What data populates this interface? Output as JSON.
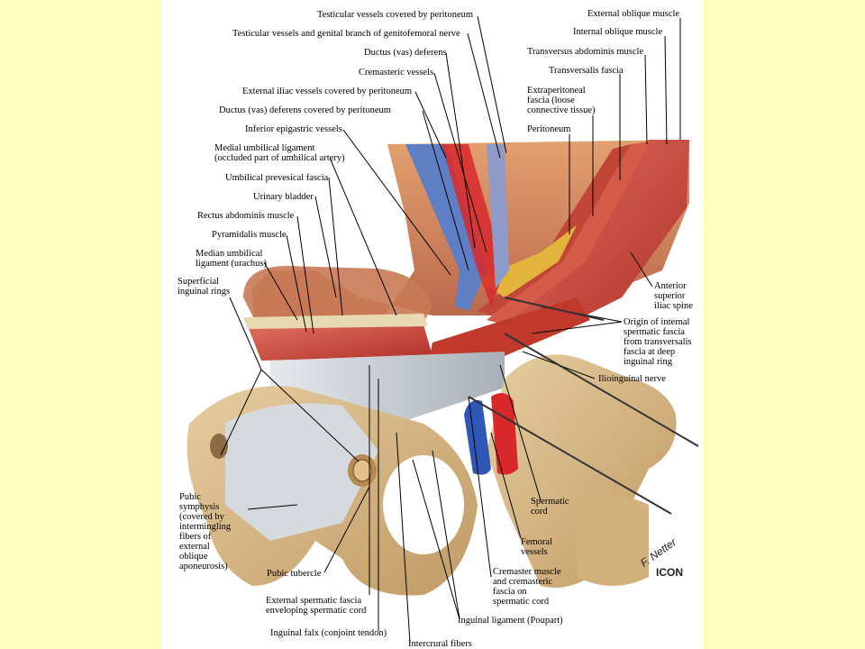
{
  "labels": {
    "testicular_vessels_peritoneum": "Testicular vessels covered by peritoneum",
    "testicular_vessels_genital_branch": "Testicular vessels and genital branch of genitofemoral nerve",
    "ductus_deferens": "Ductus (vas) deferens",
    "cremasteric_vessels": "Cremasteric vessels",
    "external_iliac_vessels": "External iliac vessels covered by peritoneum",
    "ductus_deferens_peritoneum": "Ductus (vas) deferens covered by peritoneum",
    "inferior_epigastric_vessels": "Inferior epigastric vessels",
    "medial_umbilical_ligament": "Medial umbilical ligament\n(occluded part of umbilical artery)",
    "umbilical_prevesical_fascia": "Umbilical prevesical fascia",
    "urinary_bladder": "Urinary bladder",
    "rectus_abdominis": "Rectus abdominis muscle",
    "pyramidalis": "Pyramidalis muscle",
    "median_umbilical_ligament": "Median umbilical\nligament (urachus)",
    "superficial_inguinal_rings": "Superficial\ninguinal rings",
    "external_oblique": "External oblique muscle",
    "internal_oblique": "Internal oblique muscle",
    "transversus_abdominis": "Transversus abdominis muscle",
    "transversalis_fascia": "Transversalis fascia",
    "extraperitoneal_fascia": "Extraperitoneal\nfascia (loose\nconnective tissue)",
    "peritoneum": "Peritoneum",
    "anterior_superior_iliac_spine": "Anterior\nsuperior\niliac spine",
    "origin_internal_spermatic": "Origin of internal\nspermatic fascia\nfrom transversalis\nfascia at deep\ninguinal ring",
    "ilioinguinal_nerve": "Ilioinguinal nerve",
    "spermatic_cord": "Spermatic\ncord",
    "femoral_vessels": "Femoral\nvessels",
    "cremaster_muscle": "Cremaster muscle\nand cremasteric\nfascia on\nspermatic cord",
    "pubic_symphysis": "Pubic\nsymphysis\n(covered by\nintermingling\nfibers of\nexternal\noblique\naponeurosis)",
    "pubic_tubercle": "Pubic tubercle",
    "external_spermatic_fascia": "External spermatic fascia\nenveloping spermatic cord",
    "inguinal_ligament": "Inguinal ligament (Poupart)",
    "inguinal_falx": "Inguinal falx (conjoint tendon)",
    "intercrural_fibers": "Intercrural fibers"
  },
  "signature": {
    "artist": "F. Netter",
    "publisher": "ICON"
  },
  "colors": {
    "background": "#FFFFC0",
    "plate": "#FFFFFF",
    "muscle": "#C8453A",
    "fascia": "#C9CDD4",
    "bone": "#D9B98A",
    "artery": "#D8282A",
    "vein": "#2F57B5",
    "fat": "#E2B43C"
  }
}
